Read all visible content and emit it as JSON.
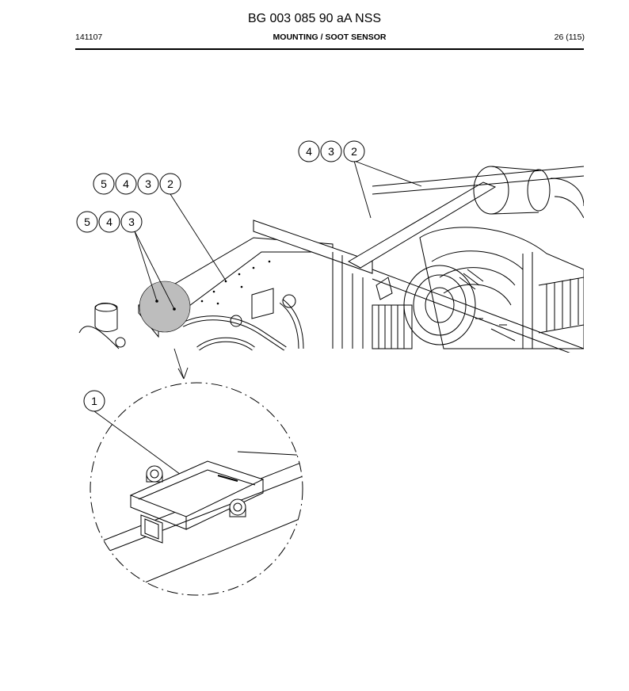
{
  "header": {
    "title": "BG 003 085 90 aA NSS",
    "date_code": "141107",
    "section": "MOUNTING / SOOT SENSOR",
    "page": "26 (115)"
  },
  "callouts": {
    "top_right": [
      "4",
      "3",
      "2"
    ],
    "upper_left": [
      "5",
      "4",
      "3",
      "2"
    ],
    "lower_left": [
      "5",
      "4",
      "3"
    ],
    "detail": [
      "1"
    ]
  }
}
